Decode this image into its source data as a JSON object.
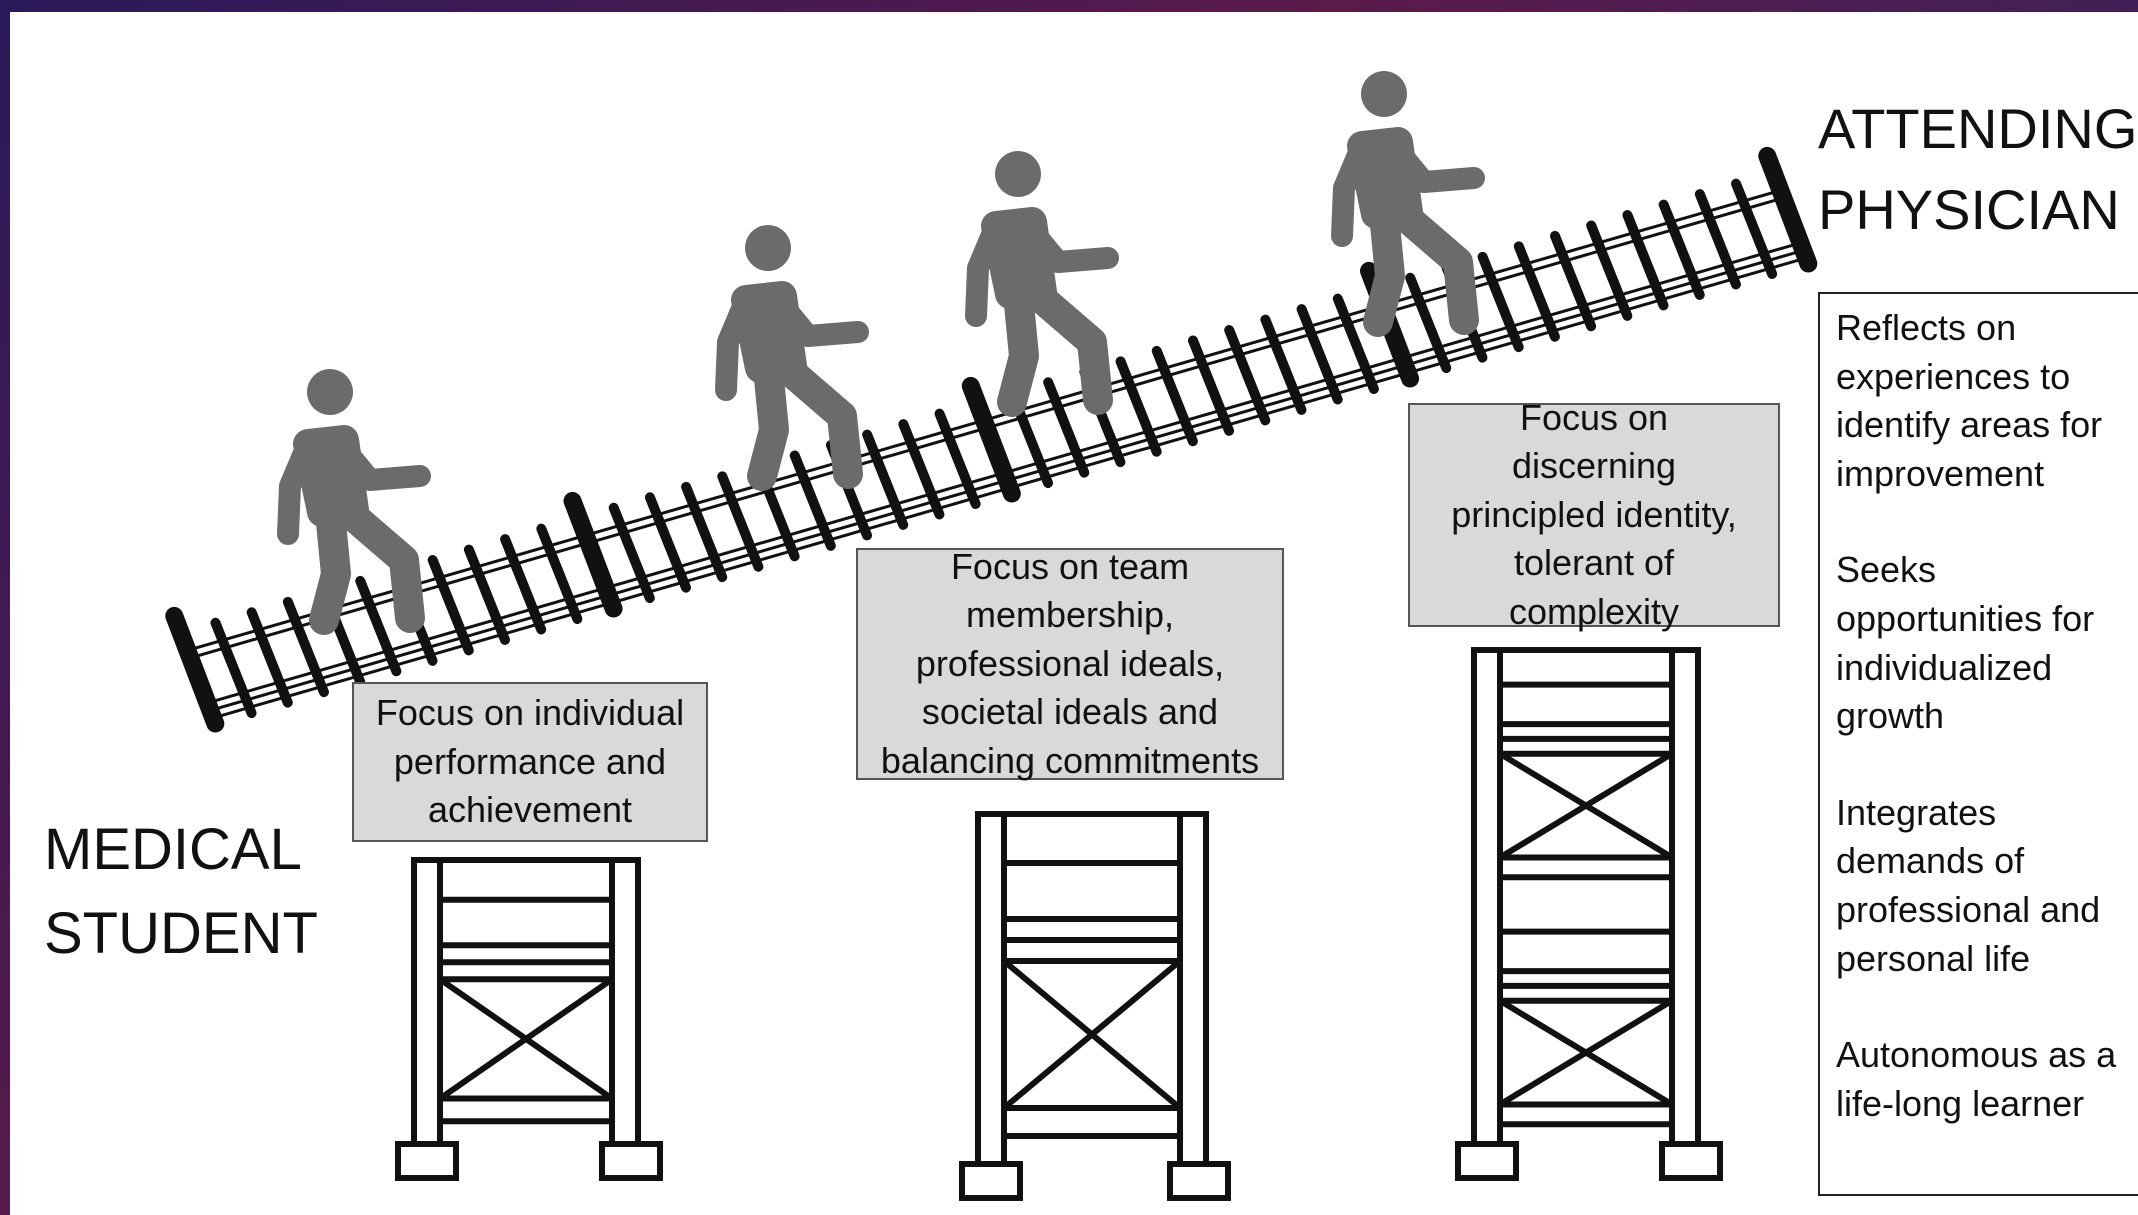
{
  "labels": {
    "start": "MEDICAL\nSTUDENT",
    "end": "ATTENDING\nPHYSICIAN"
  },
  "stages": [
    {
      "text": "Focus on individual performance and achievement"
    },
    {
      "text": "Focus on team membership, professional ideals, societal ideals and balancing commitments"
    },
    {
      "text": "Focus on discerning principled identity, tolerant of complexity"
    }
  ],
  "attributes": [
    "Reflects on experiences to identify areas for improvement",
    "Seeks opportunities for individualized growth",
    "Integrates demands of professional and personal life",
    "Autonomous as a life-long learner"
  ],
  "colors": {
    "figure": "#6b6b6b",
    "box_fill": "#d9d9d9",
    "line": "#111111"
  },
  "icons": [
    "walking-person-icon",
    "railing-icon",
    "scaffold-icon"
  ]
}
